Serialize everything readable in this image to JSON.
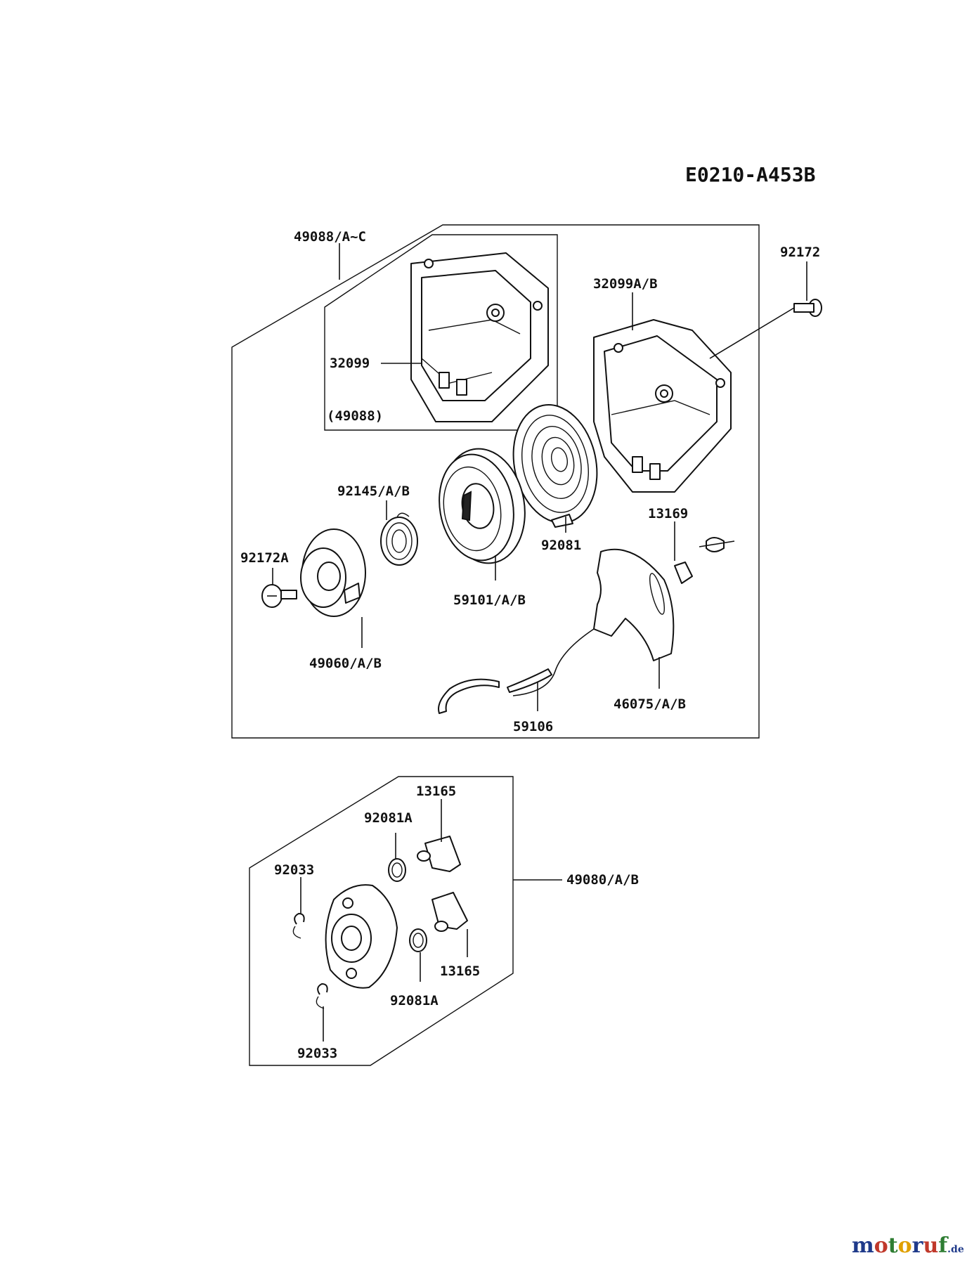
{
  "diagram_code": "E0210-A453B",
  "labels": {
    "l49088_ac": "49088/A~C",
    "l32099": "32099",
    "l49088": "(49088)",
    "l32099ab": "32099A/B",
    "l92172": "92172",
    "l92145": "92145/A/B",
    "l92172a": "92172A",
    "l49060": "49060/A/B",
    "l59101": "59101/A/B",
    "l92081": "92081",
    "l13169": "13169",
    "l46075": "46075/A/B",
    "l59106": "59106",
    "l13165_top": "13165",
    "l92081a_top": "92081A",
    "l92033_top": "92033",
    "l49080": "49080/A/B",
    "l13165_bot": "13165",
    "l92081a_bot": "92081A",
    "l92033_bot": "92033"
  },
  "watermark": {
    "text_main": "motoruf",
    "text_suffix": ".de",
    "colors": [
      "#1f3a8a",
      "#c0392b",
      "#2e7d32",
      "#e0a000",
      "#1f3a8a",
      "#c0392b",
      "#2e7d32"
    ]
  }
}
